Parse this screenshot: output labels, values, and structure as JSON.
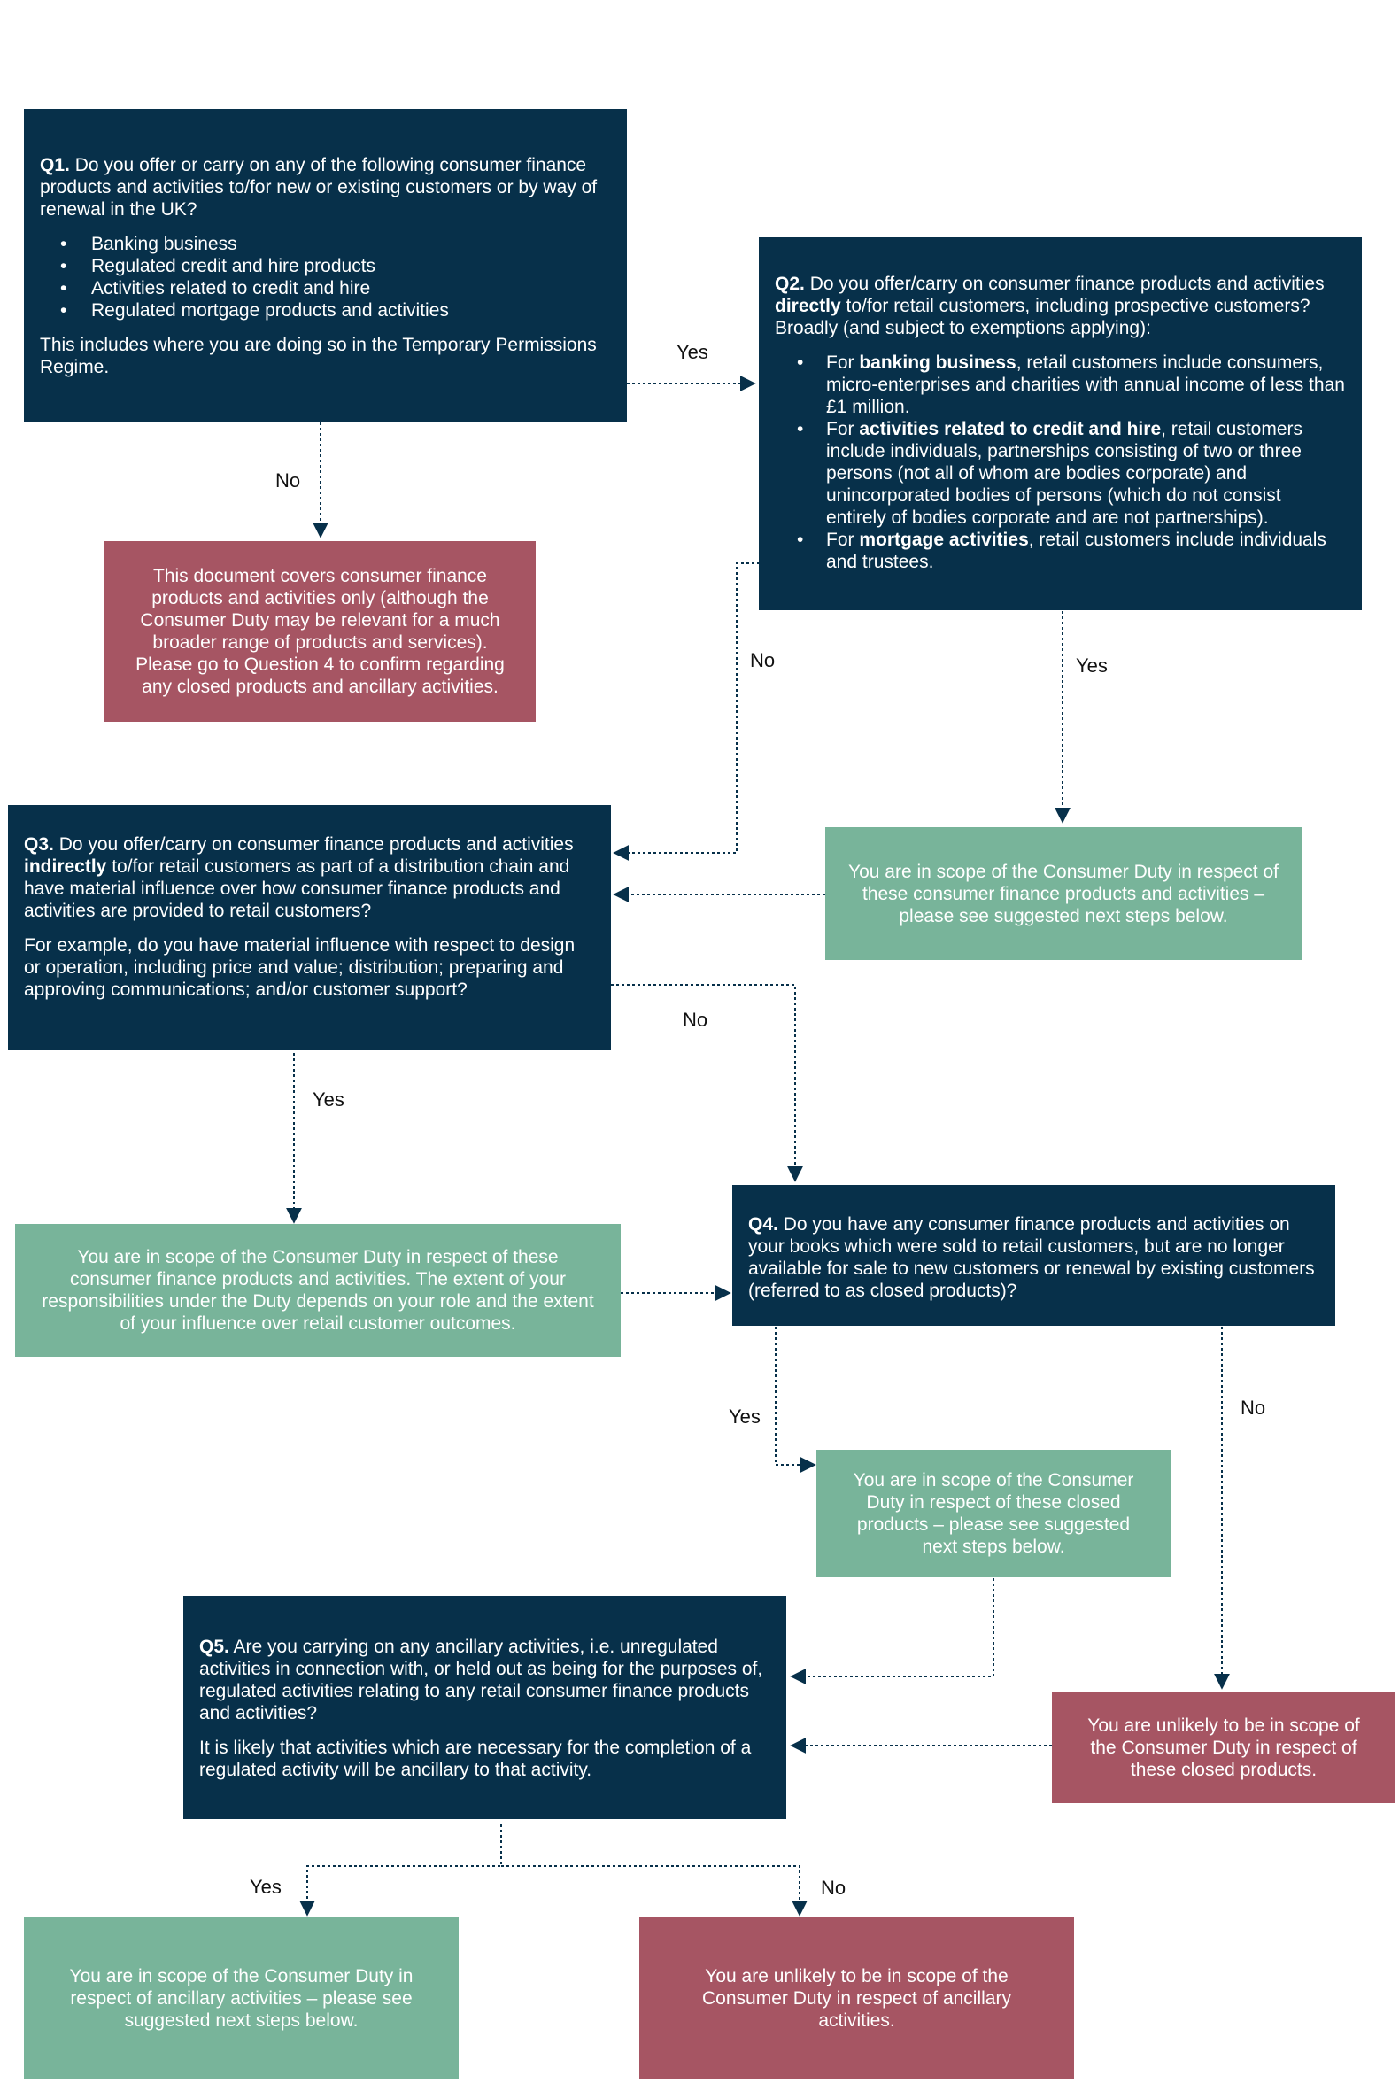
{
  "q1": {
    "num": "Q1.",
    "text": " Do you offer or carry on any of the following consumer finance products and activities to/for new or existing customers or by way of renewal in the UK?",
    "bullets": [
      "Banking business",
      "Regulated credit and hire products",
      "Activities related to credit and hire",
      "Regulated mortgage products and activities"
    ],
    "note": "This includes where you are doing so in the Temporary Permissions Regime."
  },
  "q1_no_result": "This document covers consumer finance products and activities only (although the Consumer Duty may be relevant for a much broader range of products and services). Please go to Question 4 to confirm regarding any closed products and ancillary activities.",
  "q2": {
    "num": "Q2.",
    "text_a": " Do you offer/carry on consumer finance products and activities ",
    "text_bold": "directly",
    "text_b": " to/for retail customers, including prospective customers? Broadly (and subject to exemptions applying):",
    "bullets": [
      {
        "pre": "For ",
        "bold": "banking business",
        "post": ", retail customers include consumers, micro-enterprises and charities with annual income of less than £1 million."
      },
      {
        "pre": "For ",
        "bold": "activities related to credit and hire",
        "post": ", retail customers include individuals, partnerships consisting of two or three persons (not all of whom are bodies corporate) and unincorporated bodies of persons (which do not consist entirely of bodies corporate and are not partnerships)."
      },
      {
        "pre": "For ",
        "bold": "mortgage activities",
        "post": ", retail customers include individuals and trustees."
      }
    ]
  },
  "q2_yes_result": "You are in scope of the Consumer Duty in respect of these consumer finance products and activities – please see suggested next steps below.",
  "q3": {
    "num": "Q3.",
    "text_a": " Do you offer/carry on consumer finance products and activities ",
    "text_bold": "indirectly",
    "text_b": " to/for retail customers as part of a distribution chain and have material influence over how consumer finance products and activities are provided to retail customers?",
    "note": "For example, do you have material influence with respect to design or operation, including price and value; distribution; preparing and approving communications; and/or customer support?"
  },
  "q3_yes_result": "You are in scope of the Consumer Duty in respect of these consumer finance products and activities. The extent of your responsibilities under the Duty depends on your role and the extent of your influence over retail customer outcomes.",
  "q4": {
    "num": "Q4.",
    "text": " Do you have any consumer finance products and activities on your books which were sold to retail customers, but are no longer available for sale to new customers or renewal by existing customers (referred to as closed products)?"
  },
  "q4_yes_result": "You are in scope of the Consumer Duty in respect of these closed products – please see suggested next steps below.",
  "q4_no_result": "You are unlikely to be in scope of the Consumer Duty in respect of these closed products.",
  "q5": {
    "num": "Q5.",
    "text": " Are you carrying on any ancillary activities, i.e. unregulated activities in connection with, or held out as being for the purposes of, regulated activities relating to any retail consumer finance products and activities?",
    "note": "It is likely that activities which are necessary for the completion of a regulated activity will be ancillary to that activity."
  },
  "q5_yes_result": "You are in scope of the Consumer Duty in respect of ancillary activities – please see suggested next steps below.",
  "q5_no_result": "You are unlikely to be in scope of the Consumer Duty in respect of ancillary activities.",
  "labels": {
    "q1_yes": "Yes",
    "q1_no": "No",
    "q2_no": "No",
    "q2_yes": "Yes",
    "q3_no": "No",
    "q3_yes": "Yes",
    "q4_yes": "Yes",
    "q4_no": "No",
    "q5_yes": "Yes",
    "q5_no": "No"
  },
  "colors": {
    "question": "#07304a",
    "in_scope": "#78b49a",
    "out_of_scope": "#a65563",
    "connector": "#07304a"
  }
}
